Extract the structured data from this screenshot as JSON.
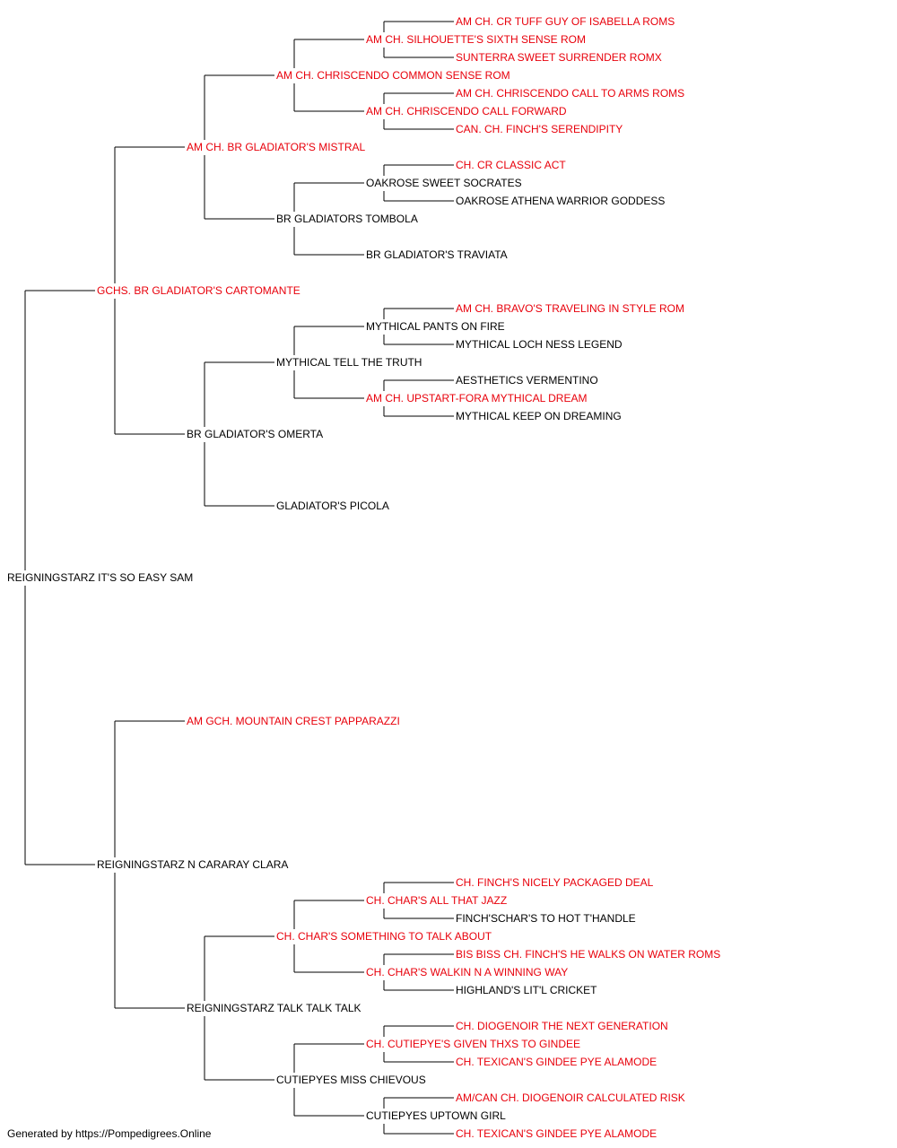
{
  "palette": {
    "champion": "#e8000b",
    "default": "#000000",
    "line": "#000000"
  },
  "pedigree": {
    "name": "REIGNINGSTARZ IT'S SO EASY SAM",
    "champion": false,
    "sire": {
      "name": "GCHS. BR GLADIATOR'S CARTOMANTE",
      "champion": true,
      "sire": {
        "name": "AM CH. BR GLADIATOR'S MISTRAL",
        "champion": true,
        "sire": {
          "name": "AM CH. CHRISCENDO COMMON SENSE ROM",
          "champion": true,
          "sire": {
            "name": "AM CH. SILHOUETTE'S SIXTH SENSE ROM",
            "champion": true,
            "sire": {
              "name": "AM CH. CR TUFF GUY OF ISABELLA ROMS",
              "champion": true
            },
            "dam": {
              "name": "SUNTERRA SWEET SURRENDER ROMX",
              "champion": true
            }
          },
          "dam": {
            "name": "AM CH. CHRISCENDO CALL FORWARD",
            "champion": true,
            "sire": {
              "name": "AM CH. CHRISCENDO CALL TO ARMS ROMS",
              "champion": true
            },
            "dam": {
              "name": "CAN. CH. FINCH'S SERENDIPITY",
              "champion": true
            }
          }
        },
        "dam": {
          "name": "BR GLADIATORS TOMBOLA",
          "champion": false,
          "sire": {
            "name": "OAKROSE SWEET SOCRATES",
            "champion": false,
            "sire": {
              "name": "CH. CR CLASSIC ACT",
              "champion": true
            },
            "dam": {
              "name": "OAKROSE ATHENA WARRIOR GODDESS",
              "champion": false
            }
          },
          "dam": {
            "name": "BR GLADIATOR'S TRAVIATA",
            "champion": false
          }
        }
      },
      "dam": {
        "name": "BR GLADIATOR'S OMERTA",
        "champion": false,
        "sire": {
          "name": "MYTHICAL TELL THE TRUTH",
          "champion": false,
          "sire": {
            "name": "MYTHICAL PANTS ON FIRE",
            "champion": false,
            "sire": {
              "name": "AM CH. BRAVO'S TRAVELING IN STYLE ROM",
              "champion": true
            },
            "dam": {
              "name": "MYTHICAL LOCH NESS LEGEND",
              "champion": false
            }
          },
          "dam": {
            "name": "AM CH. UPSTART-FORA MYTHICAL DREAM",
            "champion": true,
            "sire": {
              "name": "AESTHETICS VERMENTINO",
              "champion": false
            },
            "dam": {
              "name": "MYTHICAL KEEP ON DREAMING",
              "champion": false
            }
          }
        },
        "dam": {
          "name": "GLADIATOR'S PICOLA",
          "champion": false
        }
      }
    },
    "dam": {
      "name": "REIGNINGSTARZ N CARARAY CLARA",
      "champion": false,
      "sire": {
        "name": "AM GCH. MOUNTAIN CREST PAPPARAZZI",
        "champion": true
      },
      "dam": {
        "name": "REIGNINGSTARZ TALK TALK TALK",
        "champion": false,
        "sire": {
          "name": "CH. CHAR'S SOMETHING TO TALK ABOUT",
          "champion": true,
          "sire": {
            "name": "CH. CHAR'S ALL THAT JAZZ",
            "champion": true,
            "sire": {
              "name": "CH. FINCH'S NICELY PACKAGED DEAL",
              "champion": true
            },
            "dam": {
              "name": "FINCH'SCHAR'S TO HOT T'HANDLE",
              "champion": false
            }
          },
          "dam": {
            "name": "CH. CHAR'S WALKIN N A WINNING WAY",
            "champion": true,
            "sire": {
              "name": "BIS BISS CH. FINCH'S HE WALKS ON WATER ROMS",
              "champion": true
            },
            "dam": {
              "name": "HIGHLAND'S LIT'L CRICKET",
              "champion": false
            }
          }
        },
        "dam": {
          "name": "CUTIEPYES MISS CHIEVOUS",
          "champion": false,
          "sire": {
            "name": "CH. CUTIEPYE'S GIVEN THXS TO GINDEE",
            "champion": true,
            "sire": {
              "name": "CH. DIOGENOIR THE NEXT GENERATION",
              "champion": true
            },
            "dam": {
              "name": "CH. TEXICAN'S GINDEE PYE ALAMODE",
              "champion": true
            }
          },
          "dam": {
            "name": "CUTIEPYES UPTOWN GIRL",
            "champion": false,
            "sire": {
              "name": "AM/CAN CH. DIOGENOIR CALCULATED RISK",
              "champion": true
            },
            "dam": {
              "name": "CH. TEXICAN'S GINDEE PYE ALAMODE",
              "champion": true
            }
          }
        }
      }
    }
  },
  "footer": "Generated by https://Pompedigrees.Online"
}
